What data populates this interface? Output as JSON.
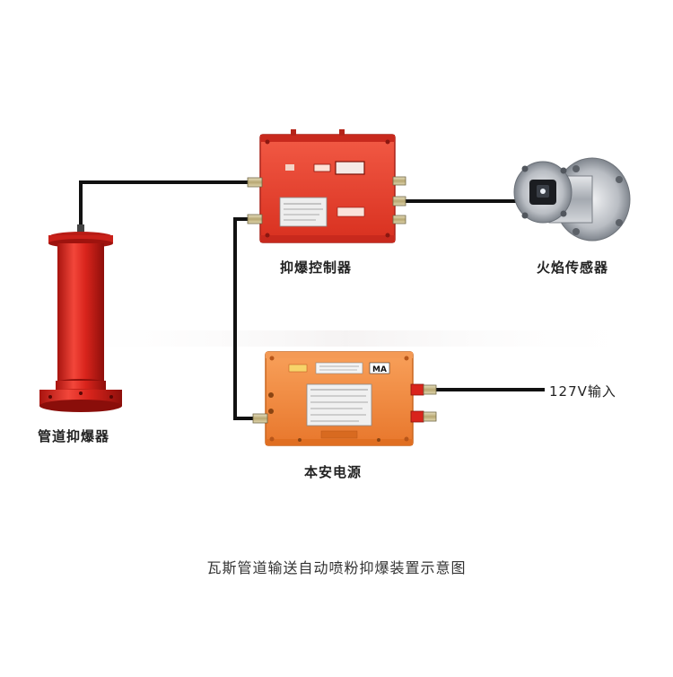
{
  "diagram": {
    "caption": "瓦斯管道输送自动喷粉抑爆装置示意图",
    "components": {
      "suppressor": {
        "label": "管道抑爆器"
      },
      "controller": {
        "label": "抑爆控制器"
      },
      "flame_sensor": {
        "label": "火焰传感器"
      },
      "power_supply": {
        "label": "本安电源"
      },
      "power_input": {
        "label": "127V输入"
      }
    },
    "nameplates": {
      "power_supply_mark": "MA"
    },
    "colors": {
      "controller_red": "#e8372c",
      "suppressor_red": "#d9241c",
      "power_orange": "#f08a3c",
      "cable": "#111111",
      "sensor_steel": "#b8bcc2"
    }
  }
}
